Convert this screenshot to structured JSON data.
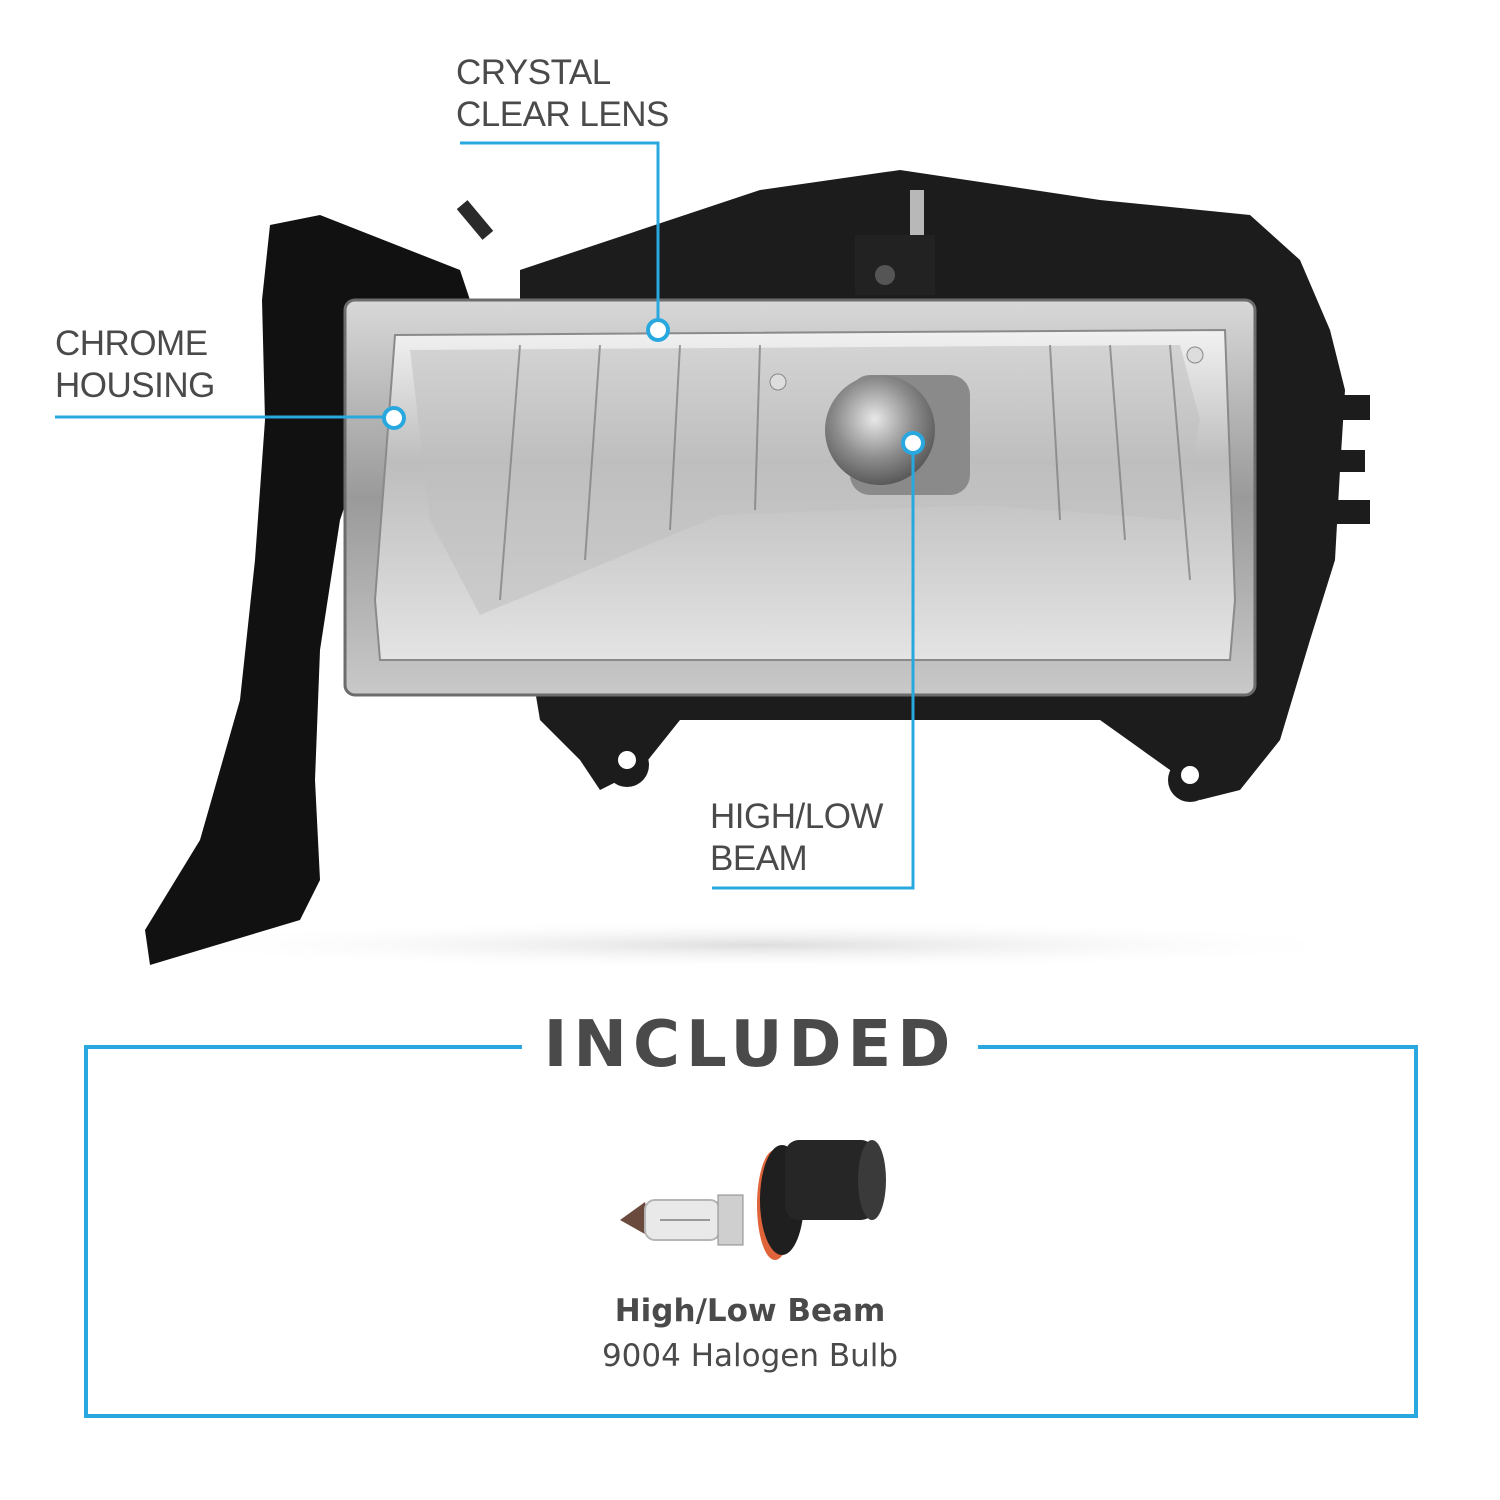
{
  "callouts": {
    "lens": "CRYSTAL\nCLEAR LENS",
    "chrome": "CHROME\nHOUSING",
    "beam": "HIGH/LOW\nBEAM"
  },
  "included": {
    "title": "INCLUDED",
    "item_title": "High/Low Beam",
    "item_subtitle": "9004 Halogen Bulb"
  },
  "colors": {
    "accent": "#29a8e0",
    "text": "#4a4a4a",
    "housing": "#1a1a1a"
  }
}
